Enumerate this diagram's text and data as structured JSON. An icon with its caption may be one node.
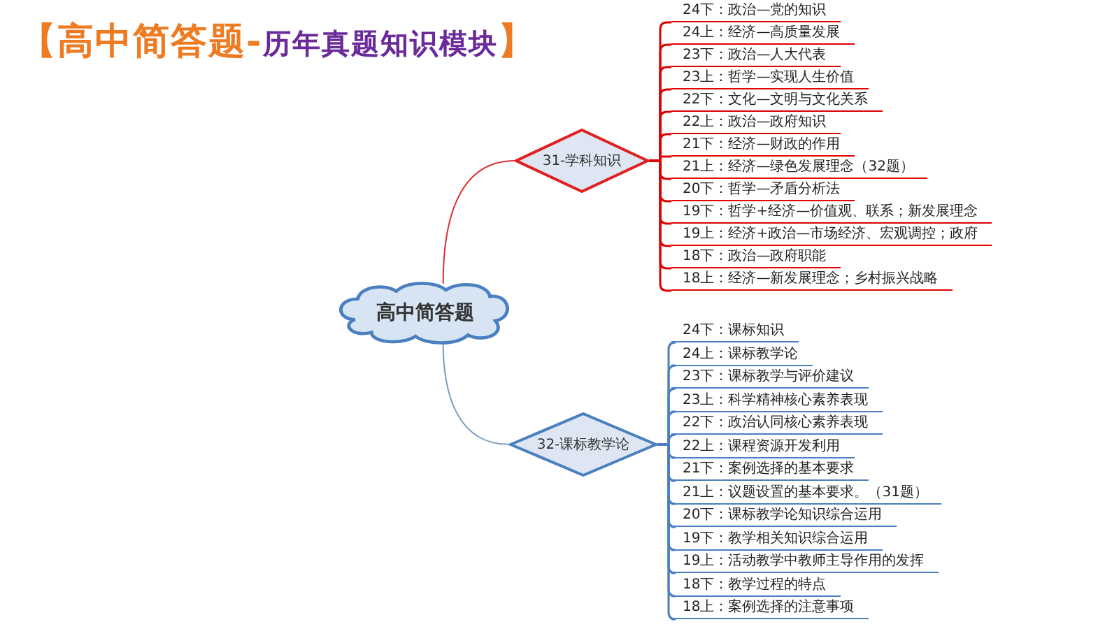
{
  "diagram": {
    "title": "【高中简答题-历年真题知识模块】",
    "nodes": [
      {
        "text": [
          "高中简答题"
        ]
      },
      {
        "text": [
          "31-学科知识"
        ]
      },
      {
        "text": [
          "24下：政治—党的知识"
        ]
      },
      {
        "text": [
          "24上：经济—高质量发展"
        ]
      },
      {
        "text": [
          "23下：政治—人大代表"
        ]
      },
      {
        "text": [
          "23上：哲学—实现人生价值"
        ]
      },
      {
        "text": [
          "22下：文化—文明与文化关系"
        ]
      },
      {
        "text": [
          "22上：政治—政府知识"
        ]
      },
      {
        "text": [
          "21下：经济—财政的作用"
        ]
      },
      {
        "text": [
          "21上：经济—绿色发展理念（32题）"
        ]
      },
      {
        "text": [
          "20下：哲学—矛盾分析法"
        ]
      },
      {
        "text": [
          "19下：哲学+经济—价值观、联系；新发展理念"
        ]
      },
      {
        "text": [
          "19上：经济+政治—市场经济、宏观调控；政府"
        ]
      },
      {
        "text": [
          "18下：政治—政府职能"
        ]
      },
      {
        "text": [
          "18上：经济—新发展理念；乡村振兴战略"
        ]
      },
      {
        "text": [
          "32-课标教学论"
        ]
      },
      {
        "text": [
          "24下：课标知识"
        ]
      },
      {
        "text": [
          "24上：课标教学论"
        ]
      },
      {
        "text": [
          "23下：课标教学与评价建议"
        ]
      },
      {
        "text": [
          "23上：科学精神核心素养表现"
        ]
      },
      {
        "text": [
          "22下：政治认同核心素养表现"
        ]
      },
      {
        "text": [
          "22上：课程资源开发利用"
        ]
      },
      {
        "text": [
          "21下：案例选择的基本要求"
        ]
      },
      {
        "text": [
          "21上：议题设置的基本要求。（31题）"
        ]
      },
      {
        "text": [
          "20下：课标教学论知识综合运用"
        ]
      },
      {
        "text": [
          "19下：教学相关知识综合运用"
        ]
      },
      {
        "text": [
          "19上：活动教学中教师主导作用的发挥"
        ]
      },
      {
        "text": [
          "18下：教学过程的特点"
        ]
      },
      {
        "text": [
          "18上：案例选择的注意事项"
        ]
      }
    ],
    "edges": [
      {
        "from": 0,
        "to": 1,
        "arrow": "none",
        "color": "#e03030"
      },
      {
        "from": 1,
        "to": 2,
        "arrow": "none",
        "color": "#e00000"
      },
      {
        "from": 1,
        "to": 3,
        "arrow": "none",
        "color": "#e00000"
      },
      {
        "from": 1,
        "to": 4,
        "arrow": "none",
        "color": "#e00000"
      },
      {
        "from": 1,
        "to": 5,
        "arrow": "none",
        "color": "#e00000"
      },
      {
        "from": 1,
        "to": 6,
        "arrow": "none",
        "color": "#e00000"
      },
      {
        "from": 1,
        "to": 7,
        "arrow": "none",
        "color": "#e00000"
      },
      {
        "from": 1,
        "to": 8,
        "arrow": "none",
        "color": "#e00000"
      },
      {
        "from": 1,
        "to": 9,
        "arrow": "none",
        "color": "#e00000"
      },
      {
        "from": 1,
        "to": 10,
        "arrow": "none",
        "color": "#e00000"
      },
      {
        "from": 1,
        "to": 11,
        "arrow": "none",
        "color": "#e00000"
      },
      {
        "from": 1,
        "to": 12,
        "arrow": "none",
        "color": "#e00000"
      },
      {
        "from": 1,
        "to": 13,
        "arrow": "none",
        "color": "#e00000"
      },
      {
        "from": 1,
        "to": 14,
        "arrow": "none",
        "color": "#e00000"
      },
      {
        "from": 0,
        "to": 15,
        "arrow": "none",
        "color": "#7a9cc6"
      },
      {
        "from": 15,
        "to": 16,
        "arrow": "none",
        "color": "#4a7fc0"
      },
      {
        "from": 15,
        "to": 17,
        "arrow": "none",
        "color": "#4a7fc0"
      },
      {
        "from": 15,
        "to": 18,
        "arrow": "none",
        "color": "#4a7fc0"
      },
      {
        "from": 15,
        "to": 19,
        "arrow": "none",
        "color": "#4a7fc0"
      },
      {
        "from": 15,
        "to": 20,
        "arrow": "none",
        "color": "#4a7fc0"
      },
      {
        "from": 15,
        "to": 21,
        "arrow": "none",
        "color": "#4a7fc0"
      },
      {
        "from": 15,
        "to": 22,
        "arrow": "none",
        "color": "#4a7fc0"
      },
      {
        "from": 15,
        "to": 23,
        "arrow": "none",
        "color": "#4a7fc0"
      },
      {
        "from": 15,
        "to": 24,
        "arrow": "none",
        "color": "#4a7fc0"
      },
      {
        "from": 15,
        "to": 25,
        "arrow": "none",
        "color": "#4a7fc0"
      },
      {
        "from": 15,
        "to": 26,
        "arrow": "none",
        "color": "#4a7fc0"
      },
      {
        "from": 15,
        "to": 27,
        "arrow": "none",
        "color": "#4a7fc0"
      },
      {
        "from": 15,
        "to": 28,
        "arrow": "none",
        "color": "#4a7fc0"
      }
    ]
  }
}
